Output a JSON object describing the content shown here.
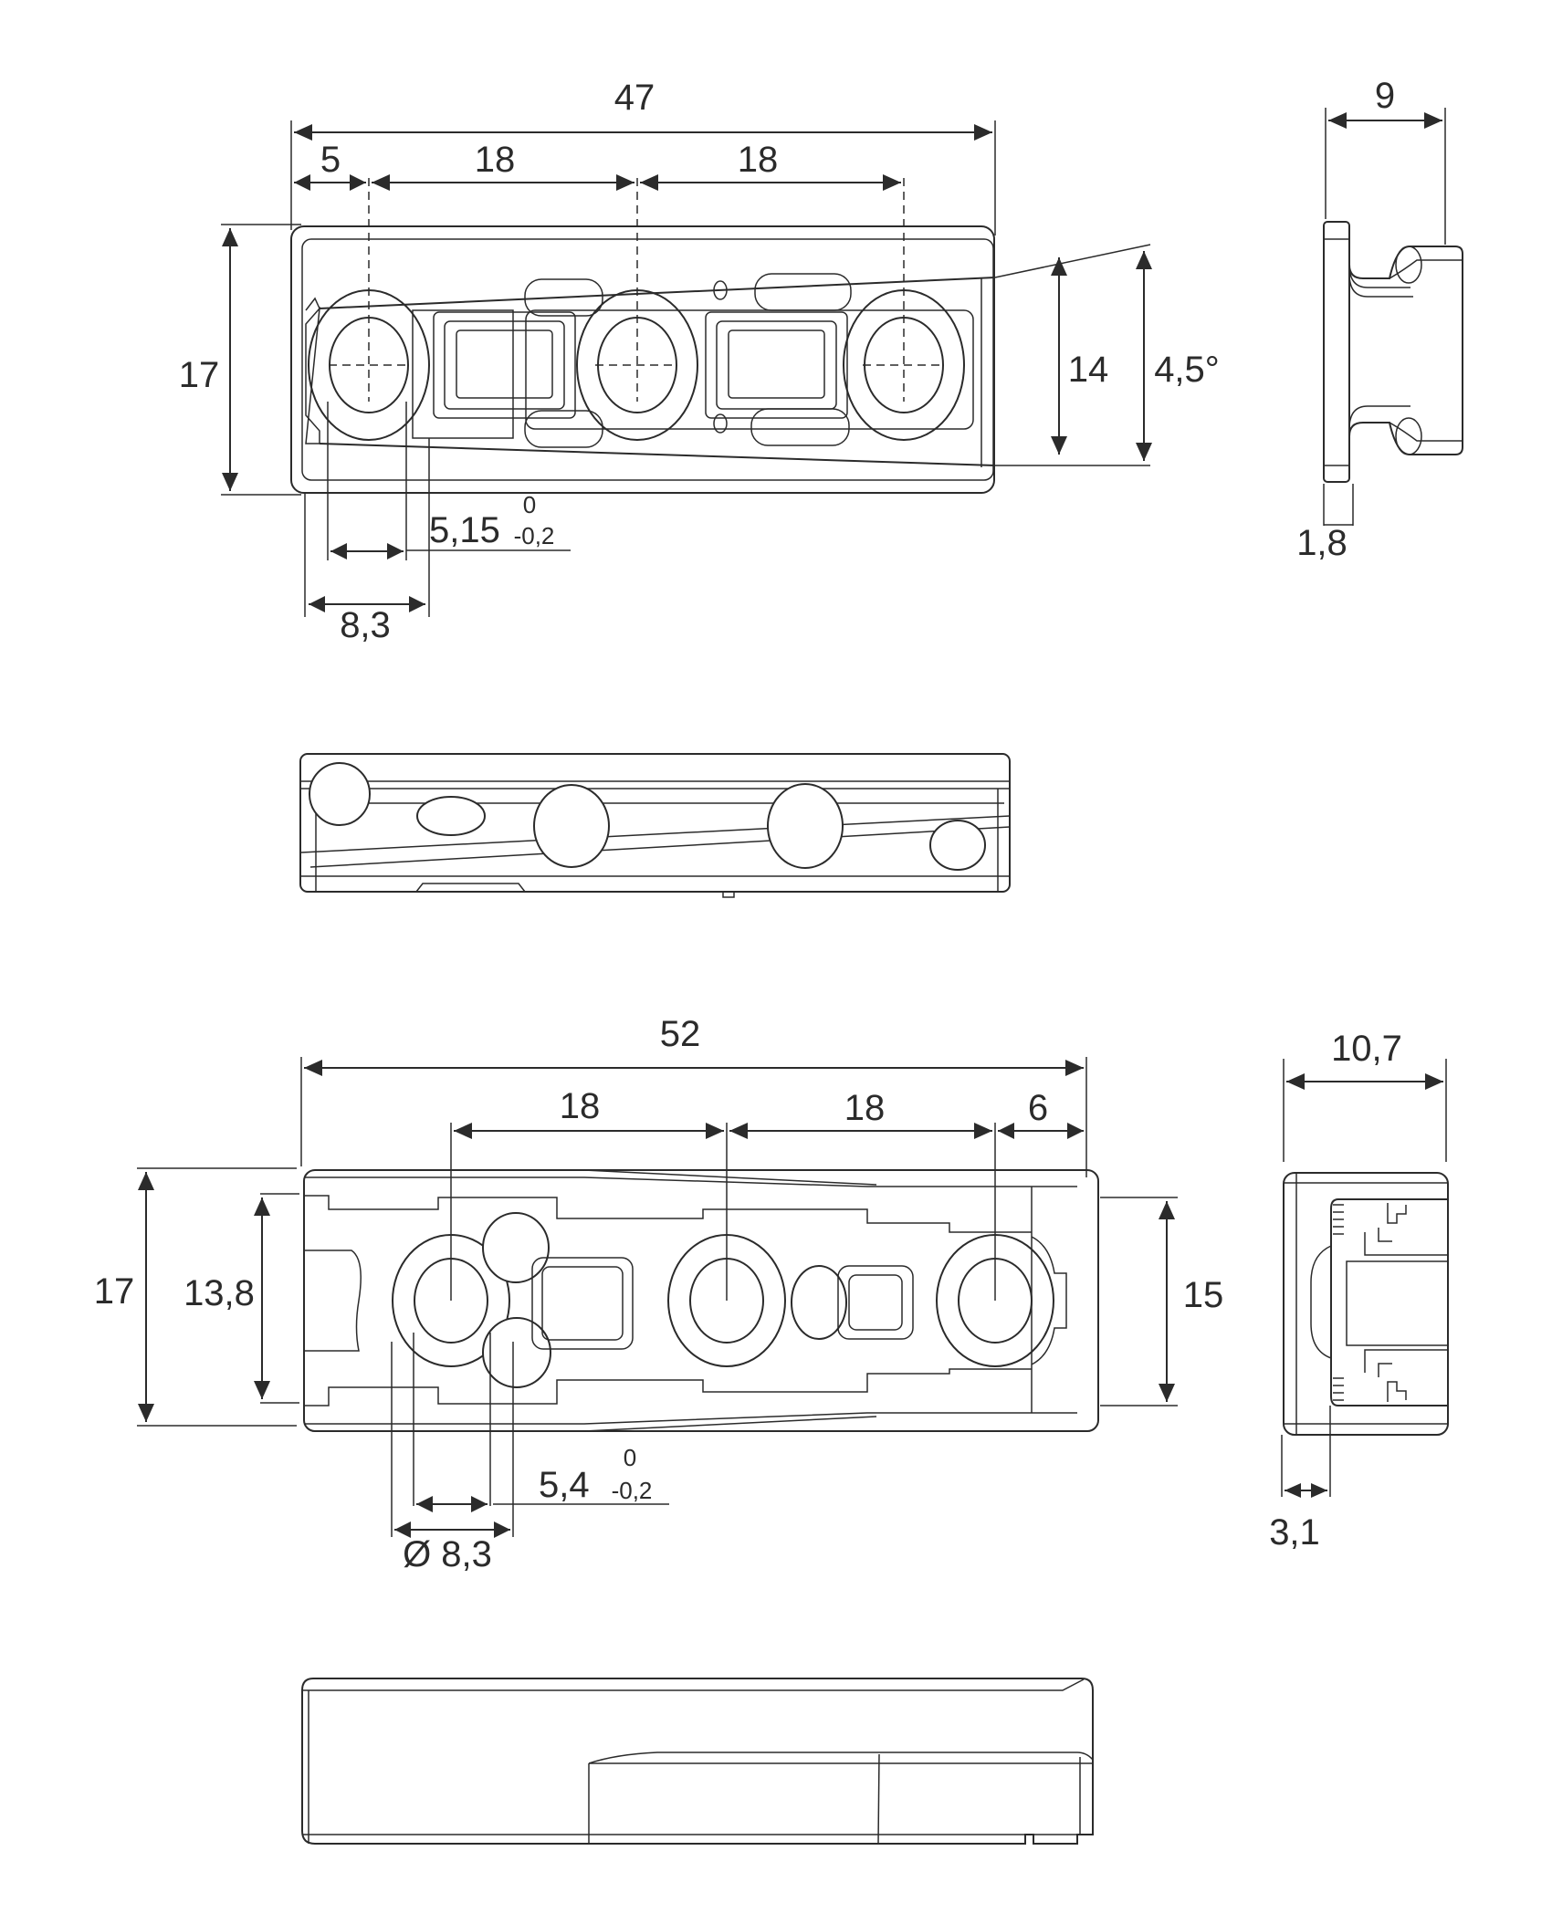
{
  "drawing": {
    "line_color": "#2b2b2b",
    "background": "#ffffff"
  },
  "view_top_plan": {
    "overall_length": "47",
    "edge_to_first_hole": "5",
    "hole_pitch_1": "18",
    "hole_pitch_2": "18",
    "overall_height": "17",
    "inner_height": "14",
    "taper_angle": "4,5°",
    "slot_width": "5,15",
    "slot_tol_upper": "0",
    "slot_tol_lower": "-0,2",
    "hole_diameter": "8,3"
  },
  "view_top_side": {
    "overall_depth": "9",
    "flange_thickness": "1,8"
  },
  "view_bottom_plan": {
    "overall_length": "52",
    "hole_pitch_1": "18",
    "hole_pitch_2": "18",
    "last_hole_to_edge": "6",
    "overall_height": "17",
    "inner_height": "13,8",
    "right_height": "15",
    "slot_width": "5,4",
    "slot_tol_upper": "0",
    "slot_tol_lower": "-0,2",
    "hole_diameter": "Ø 8,3"
  },
  "view_bottom_side": {
    "overall_depth": "10,7",
    "flange_thickness": "3,1"
  }
}
